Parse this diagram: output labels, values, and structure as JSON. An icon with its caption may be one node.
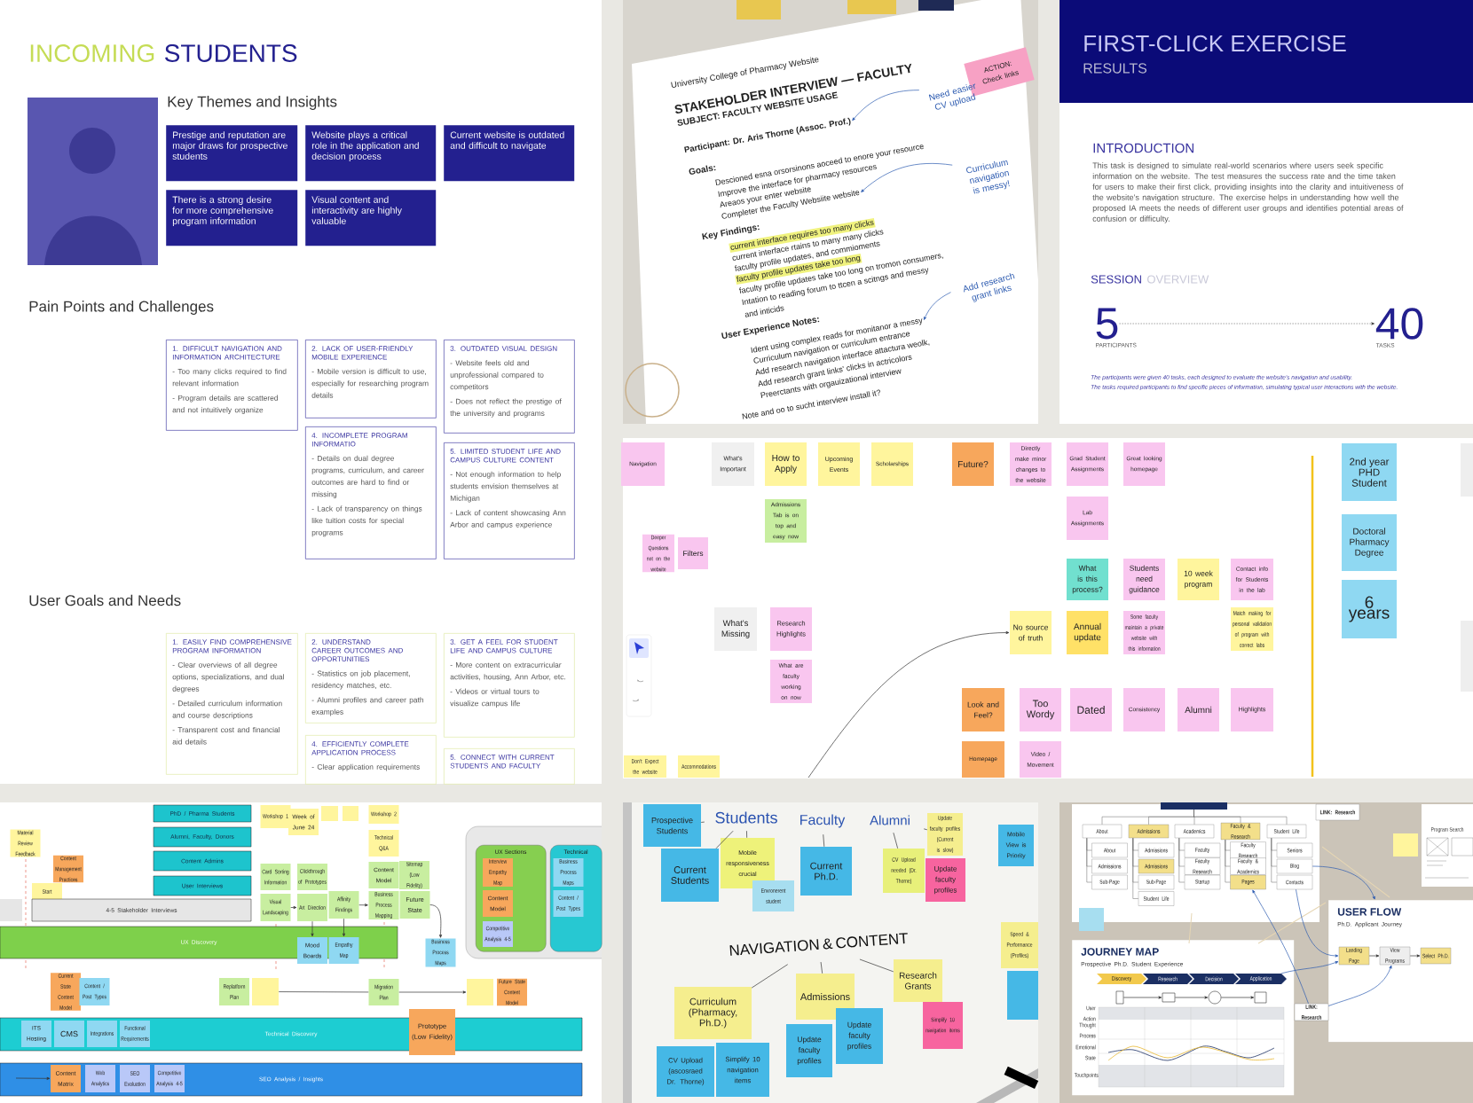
{
  "diagram": {
    "nodes": [
      {
        "text": [
          "Prestige and reputation are major draws for prospective students"
        ]
      },
      {
        "text": [
          "Website plays a critical role in the application and decision process"
        ]
      },
      {
        "text": [
          "Current website is outdated and difficult to navigate"
        ]
      },
      {
        "text": [
          "There is a strong desire for more comprehensive program information"
        ]
      },
      {
        "text": [
          "Visual content and interactivity are highly valuable"
        ]
      },
      {
        "text": [
          "1. DIFFICULT NAVIGATION AND INFORMATION ARCHITECTURE",
          "- Too many clicks required to find relevant information",
          "- Program details are scattered and not intuitively organize"
        ]
      },
      {
        "text": [
          "2. LACK OF USER-FRIENDLY MOBILE EXPERIENCE",
          "- Mobile version is difficult to use, especially for researching program details"
        ]
      },
      {
        "text": [
          "3. OUTDATED VISUAL DESIGN",
          "- Website feels old and unprofessional compared to competitors",
          "- Does not reflect the prestige of the university and programs"
        ]
      },
      {
        "text": [
          "4. INCOMPLETE PROGRAM INFORMATIO",
          "- Details on dual degree programs, curriculum, and career outcomes are hard to find or missing",
          "- Lack of transparency on things like tuition costs for special programs"
        ]
      },
      {
        "text": [
          "5. LIMITED STUDENT LIFE AND CAMPUS CULTURE CONTENT",
          "- Not enough information to help students envision themselves at Michigan",
          "- Lack of content showcasing Ann Arbor and campus experience"
        ]
      },
      {
        "text": [
          "1. EASILY FIND COMPREHENSIVE PROGRAM INFORMATION",
          "- Clear overviews of all degree options, specializations, and dual degrees",
          "- Detailed curriculum information and course descriptions",
          "- Transparent cost and financial aid details"
        ]
      },
      {
        "text": [
          "2. UNDERSTAND CAREER OUTCOMES AND OPPORTUNITIES",
          "- Statistics on job placement, residency matches, etc.",
          "- Alumni profiles and career path examples"
        ]
      },
      {
        "text": [
          "3. GET A FEEL FOR STUDENT LIFE AND CAMPUS CULTURE",
          "- More content on extracurricular activities, housing, Ann Arbor, etc.",
          "- Videos or virtual tours to visualize campus life"
        ]
      },
      {
        "text": [
          "4. EFFICIENTLY COMPLETE APPLICATION PROCESS",
          "- Clear application requirements"
        ]
      },
      {
        "text": [
          "5. CONNECT WITH CURRENT STUDENTS AND FACULTY"
        ]
      },
      {
        "text": [
          "ACTION: Check links"
        ]
      },
      {
        "text": [
          "Need easier CV upload"
        ]
      },
      {
        "text": [
          "Curriculum navigation is messy!"
        ]
      },
      {
        "text": [
          "Add research grant links"
        ]
      },
      {
        "text": [
          "5"
        ],
        "beside": [
          "PARTICIPANTS"
        ]
      },
      {
        "text": [
          "40"
        ],
        "beside": [
          "TASKS"
        ]
      },
      {
        "text": [
          "Navigation"
        ]
      },
      {
        "text": [
          "What's Important"
        ]
      },
      {
        "text": [
          "How to Apply"
        ]
      },
      {
        "text": [
          "Upcoming Events"
        ]
      },
      {
        "text": [
          "Scholarships"
        ]
      },
      {
        "text": [
          "Future?"
        ]
      },
      {
        "text": [
          "Directly make minor changes to the website"
        ]
      },
      {
        "text": [
          "Grad Student Assignments"
        ]
      },
      {
        "text": [
          "Great looking homepage"
        ]
      },
      {
        "text": [
          "2nd year PHD Student"
        ]
      },
      {
        "text": [
          "Admissions Tab is on top and easy now"
        ]
      },
      {
        "text": [
          "Lab Assignments"
        ]
      },
      {
        "text": [
          "Doctoral Pharmacy Degree"
        ]
      },
      {
        "text": [
          "Deeper Questions not on the website"
        ]
      },
      {
        "text": [
          "Filters"
        ]
      },
      {
        "text": [
          "What is this process?"
        ]
      },
      {
        "text": [
          "Students need guidance"
        ]
      },
      {
        "text": [
          "10 week program"
        ]
      },
      {
        "text": [
          "Contact info for Students in the lab"
        ]
      },
      {
        "text": [
          "6 years"
        ]
      },
      {
        "text": [
          "What's Missing"
        ]
      },
      {
        "text": [
          "Research Highlights"
        ]
      },
      {
        "text": [
          "No source of truth"
        ]
      },
      {
        "text": [
          "Annual update"
        ]
      },
      {
        "text": [
          "Some faculty maintain a private website with this information"
        ]
      },
      {
        "text": [
          "Match making for personal validation of program with correct labs"
        ]
      },
      {
        "text": [
          "What are faculty working on now"
        ]
      },
      {
        "text": [
          "Look and Feel?"
        ]
      },
      {
        "text": [
          "Too Wordy"
        ]
      },
      {
        "text": [
          "Dated"
        ]
      },
      {
        "text": [
          "Consistency"
        ]
      },
      {
        "text": [
          "Alumni"
        ]
      },
      {
        "text": [
          "Highlights"
        ]
      },
      {
        "text": [
          "Homepage"
        ]
      },
      {
        "text": [
          "Video / Movement"
        ]
      },
      {
        "text": [
          "Don't Expect the website"
        ]
      },
      {
        "text": [
          "Accommodations"
        ]
      },
      {
        "text": [
          "PhD / Pharma Students"
        ]
      },
      {
        "text": [
          "Alumni, Faculty, Donors"
        ]
      },
      {
        "text": [
          "Content Admins"
        ]
      },
      {
        "text": [
          "User Interviews"
        ]
      },
      {
        "text": [
          "Workshop 1"
        ]
      },
      {
        "text": [
          "Week of June 24"
        ]
      },
      {
        "text": [
          "Workshop 2"
        ]
      },
      {
        "text": [
          "Material Review Feedback"
        ]
      },
      {
        "text": [
          "Technical Q&A"
        ]
      },
      {
        "text": [
          "Content Management Practices"
        ]
      },
      {
        "text": [
          "Card Sorting Information"
        ]
      },
      {
        "text": [
          "Clickthrough of Prototypes"
        ]
      },
      {
        "text": [
          "Content Model"
        ]
      },
      {
        "text": [
          "Sitemap (Low Fidelity)"
        ]
      },
      {
        "text": [
          "Start June 11th"
        ]
      },
      {
        "text": [
          "UX Sections"
        ]
      },
      {
        "text": [
          "Interview Empathy Map"
        ],
        "in": 73
      },
      {
        "text": [
          "Technical"
        ]
      },
      {
        "text": [
          "Business Process Maps"
        ],
        "in": 75
      },
      {
        "text": [
          "Visual Landscaping"
        ]
      },
      {
        "text": [
          "Art Direction"
        ]
      },
      {
        "text": [
          "Affinity Findings"
        ]
      },
      {
        "text": [
          "Business Process Mapping"
        ]
      },
      {
        "text": [
          "Future State"
        ]
      },
      {
        "text": [
          "4-5 Stakeholder Interviews"
        ]
      },
      {
        "text": [
          "Content Model"
        ],
        "in": 73
      },
      {
        "text": [
          "Content / Post Types"
        ],
        "in": 75
      },
      {
        "text": [
          "Competitive Analysis 4-5"
        ],
        "in": 73
      },
      {
        "text": [
          "UX Discovery"
        ]
      },
      {
        "text": [
          "Mood Boards"
        ]
      },
      {
        "text": [
          "Empathy Map"
        ]
      },
      {
        "text": [
          "Business Process Maps"
        ]
      },
      {
        "text": [
          "Current State Content Model"
        ]
      },
      {
        "text": [
          "Content / Post Types"
        ]
      },
      {
        "text": [
          "Replatform Plan"
        ]
      },
      {
        "text": [],
        "shape": "box"
      },
      {
        "text": [
          "Migration Plan"
        ]
      },
      {
        "text": [],
        "shape": "box"
      },
      {
        "text": [
          "Future State Content Model"
        ]
      },
      {
        "text": [
          "Technical Discovery"
        ]
      },
      {
        "text": [
          "ITS Hosting"
        ],
        "in": 97
      },
      {
        "text": [
          "CMS"
        ],
        "in": 97
      },
      {
        "text": [
          "Integrations"
        ],
        "in": 97
      },
      {
        "text": [
          "Functional Requirements"
        ],
        "in": 97
      },
      {
        "text": [
          "Prototype (Low Fidelity)"
        ]
      },
      {
        "text": [
          "SEO Analysis / Insights"
        ]
      },
      {
        "text": [
          "Content Matrix"
        ],
        "in": 103
      },
      {
        "text": [
          "Web Analytics"
        ],
        "in": 103
      },
      {
        "text": [
          "SEO Evaluation"
        ],
        "in": 103
      },
      {
        "text": [
          "Competitive Analysis 4-5"
        ],
        "in": 103
      },
      {
        "text": [
          "Prospective Students"
        ]
      },
      {
        "text": [
          "Students"
        ]
      },
      {
        "text": [
          "Faculty"
        ]
      },
      {
        "text": [
          "Alumni"
        ]
      },
      {
        "text": [
          "Update faculty profiles (Current is slow)"
        ]
      },
      {
        "text": [
          "Mobile View is Priority"
        ]
      },
      {
        "text": [
          "Current Students"
        ]
      },
      {
        "text": [
          "Mobile responsiveness crucial"
        ]
      },
      {
        "text": [
          "Current Ph.D."
        ]
      },
      {
        "text": [
          "CV Upload needed (Dr. Thorne)"
        ]
      },
      {
        "text": [
          "Update faculty profiles"
        ]
      },
      {
        "text": [
          "Envronerent student"
        ]
      },
      {
        "text": [
          "NAVIGATION & CONTENT"
        ]
      },
      {
        "text": [
          "Speed & Performance (Profiles)"
        ]
      },
      {
        "text": [
          "Research Grants"
        ]
      },
      {
        "text": [
          "Admissions"
        ]
      },
      {
        "text": [
          "Curriculum (Pharmacy, Ph.D.)"
        ]
      },
      {
        "text": [
          "Simplify 10 navigation items"
        ]
      },
      {
        "text": [
          "Update faculty profiles"
        ]
      },
      {
        "text": [
          "Update faculty profiles"
        ]
      },
      {
        "text": [
          "Simplify 10 navigation items"
        ]
      },
      {
        "text": [
          "CV Upload (ascosraed Dr. Thorne)"
        ]
      },
      {
        "text": [
          "About"
        ]
      },
      {
        "text": [
          "Admissions"
        ]
      },
      {
        "text": [
          "Academics"
        ]
      },
      {
        "text": [
          "Faculty & Research"
        ]
      },
      {
        "text": [
          "Student Life"
        ]
      },
      {
        "text": [
          "LINK: Research"
        ]
      },
      {
        "text": [
          "USER FLOW",
          "Ph.D. Applicant Journey"
        ]
      },
      {
        "text": [
          "Landing Page"
        ],
        "in": 136
      },
      {
        "text": [
          "View Programs"
        ],
        "in": 136
      },
      {
        "text": [
          "Select Ph.D."
        ],
        "in": 136
      },
      {
        "text": [
          "JOURNEY MAP",
          "Prospective Ph.D. Student Experience"
        ]
      },
      {
        "text": [
          "Discovery"
        ],
        "in": 140
      },
      {
        "text": [
          "Research"
        ],
        "in": 140
      },
      {
        "text": [
          "Decision"
        ],
        "in": 140
      },
      {
        "text": [
          "Application"
        ],
        "in": 140
      },
      {
        "text": [
          "LINK: Research"
        ]
      },
      {
        "text": [
          "Participant: Dr. Aris Thorne (Assoc. Prof.)"
        ]
      },
      {
        "text": [
          "Completer the Faculty Websiite website"
        ]
      },
      {
        "text": [
          "Ident using complex reads for monitanor a messy"
        ]
      },
      {
        "text": [
          "About"
        ]
      },
      {
        "text": [
          "Admissions"
        ]
      },
      {
        "text": [
          "Sub-Page"
        ]
      },
      {
        "text": [
          "Admissions"
        ]
      },
      {
        "text": [
          "Admissions"
        ]
      },
      {
        "text": [
          "Sub-Page"
        ]
      },
      {
        "text": [
          "Student Life"
        ]
      },
      {
        "text": [
          "Faculty"
        ]
      },
      {
        "text": [
          "Faculty Research"
        ]
      },
      {
        "text": [
          "Startup"
        ]
      },
      {
        "text": [
          "Faculty Research"
        ]
      },
      {
        "text": [
          "Faculty & Academics"
        ]
      },
      {
        "text": [
          "Pages"
        ]
      },
      {
        "text": [
          "Seniors"
        ]
      },
      {
        "text": [
          "Blog"
        ]
      },
      {
        "text": [
          "Contacts"
        ]
      },
      {
        "text": [],
        "shape": "box"
      },
      {
        "text": [],
        "shape": "box"
      },
      {
        "text": [],
        "shape": "box"
      },
      {
        "text": [],
        "shape": "box"
      },
      {
        "text": [],
        "shape": "box"
      },
      {
        "text": [],
        "shape": "box"
      },
      {
        "text": [],
        "shape": "box",
        "in": 140
      },
      {
        "text": [],
        "shape": "box",
        "in": 140
      },
      {
        "text": [],
        "shape": "circle",
        "in": 140
      },
      {
        "text": [],
        "shape": "box",
        "in": 140
      }
    ],
    "edges": [
      {
        "from": 16,
        "to": 146,
        "arrow": "to",
        "color": "#2d5bb0"
      },
      {
        "from": 17,
        "to": 147,
        "arrow": "to",
        "color": "#2d5bb0"
      },
      {
        "from": 18,
        "to": 148,
        "arrow": "to",
        "color": "#2d5bb0"
      },
      {
        "from": 19,
        "to": 20,
        "arrow": "to",
        "style": "dashed"
      },
      {
        "from": null,
        "to": 43,
        "arrow": "to"
      },
      {
        "from": 77,
        "to": 78,
        "arrow": "to"
      },
      {
        "from": 79,
        "to": 80,
        "arrow": "to"
      },
      {
        "from": 78,
        "to": 87,
        "arrow": "to"
      },
      {
        "from": 79,
        "to": 88,
        "arrow": "to"
      },
      {
        "from": 81,
        "to": 89,
        "arrow": "to"
      },
      {
        "from": 93,
        "to": 94,
        "arrow": "none"
      },
      {
        "from": 94,
        "to": 95,
        "arrow": "to"
      },
      {
        "from": null,
        "to": 104,
        "arrow": "to"
      },
      {
        "from": 108,
        "to": 109,
        "arrow": "none"
      },
      {
        "from": 109,
        "to": 114,
        "arrow": "none"
      },
      {
        "from": 109,
        "to": 115,
        "arrow": "none"
      },
      {
        "from": 110,
        "to": 116,
        "arrow": "none"
      },
      {
        "from": 111,
        "to": 117,
        "arrow": "none"
      },
      {
        "from": 111,
        "to": 112,
        "arrow": "none"
      },
      {
        "from": 120,
        "to": 124,
        "arrow": "none"
      },
      {
        "from": 120,
        "to": 123,
        "arrow": "none"
      },
      {
        "from": 120,
        "to": 122,
        "arrow": "none"
      },
      {
        "from": 137,
        "to": 138,
        "arrow": "to"
      },
      {
        "from": 138,
        "to": 139,
        "arrow": "to"
      },
      {
        "from": 144,
        "to": 137,
        "arrow": "to",
        "color": "#2d5bb0"
      },
      {
        "from": 145,
        "to": 138,
        "arrow": "to",
        "color": "#2d5bb0"
      },
      {
        "from": 163,
        "to": 136,
        "arrow": "to",
        "color": "#2d5bb0"
      },
      {
        "from": 145,
        "to": 161,
        "arrow": "to",
        "color": "#2d5bb0"
      },
      {
        "from": 164,
        "to": 137,
        "arrow": "to",
        "color": "#2d5bb0"
      },
      {
        "from": 165,
        "to": 130,
        "arrow": "none"
      },
      {
        "from": 165,
        "to": 131,
        "arrow": "none"
      },
      {
        "from": 165,
        "to": 132,
        "arrow": "none"
      },
      {
        "from": 165,
        "to": 133,
        "arrow": "none"
      },
      {
        "from": 165,
        "to": 134,
        "arrow": "none"
      },
      {
        "from": 130,
        "to": 149,
        "arrow": "none"
      },
      {
        "from": 130,
        "to": 150,
        "arrow": "none"
      },
      {
        "from": 130,
        "to": 151,
        "arrow": "none"
      },
      {
        "from": 131,
        "to": 152,
        "arrow": "none"
      },
      {
        "from": 131,
        "to": 153,
        "arrow": "none"
      },
      {
        "from": 131,
        "to": 154,
        "arrow": "none"
      },
      {
        "from": 131,
        "to": 155,
        "arrow": "none"
      },
      {
        "from": 132,
        "to": 156,
        "arrow": "none"
      },
      {
        "from": 132,
        "to": 157,
        "arrow": "none"
      },
      {
        "from": 132,
        "to": 158,
        "arrow": "none"
      },
      {
        "from": 133,
        "to": 159,
        "arrow": "none"
      },
      {
        "from": 133,
        "to": 160,
        "arrow": "none"
      },
      {
        "from": 133,
        "to": 161,
        "arrow": "none"
      },
      {
        "from": 134,
        "to": 162,
        "arrow": "none"
      },
      {
        "from": 134,
        "to": 163,
        "arrow": "none"
      },
      {
        "from": 134,
        "to": 164,
        "arrow": "none"
      },
      {
        "from": 171,
        "to": 172,
        "arrow": "to"
      },
      {
        "from": 172,
        "to": 173,
        "arrow": "to"
      },
      {
        "from": 173,
        "to": 174,
        "arrow": "to"
      }
    ],
    "labels": [
      "INCOMING",
      "STUDENTS",
      "Key Themes and Insights",
      "Pain Points and Challenges",
      "User Goals and Needs",
      "University College of Pharmacy Website",
      "STAKEHOLDER INTERVIEW — FACULTY",
      "SUBJECT: FACULTY WEBSITE USAGE",
      "Goals:",
      "Descioned esna orsorsinons aoceed to enore your resource",
      "Improve the interface for pharmacy resources",
      "Areaos your enter website",
      "Key Findings:",
      "current interface requires too many clicks",
      "current interface rtains to many many clicks",
      "faculty profile updates, and commioments",
      "faculty profile updates take too long",
      "faculty profile updates take too long on tromon consumers,",
      "Intation to reading forum to ttcen a scitngs and messy",
      "and inticids",
      "User Experience Notes:",
      "Curriculum navigation or curriculum entrance",
      "Add research navigation interface attactura weolk,",
      "Add research grant links' clicks in actricolors",
      "Preerctants with orgauizational interview",
      "Note and oo to sucht interview install it?",
      "FIRST-CLICK EXERCISE",
      "RESULTS",
      "INTRODUCTION",
      "This task is designed to simulate real-world scenarios where users seek specific information on the website. The test measures the success rate and the time taken for users to make their first click, providing insights into the clarity and intuitiveness of the website’s navigation structure. The exercise helps in understanding how well the proposed IA meets the needs of different user groups and identifies potential areas of confusion or difficulty.",
      "SESSION",
      "OVERVIEW",
      "The participants were given 40 tasks, each designed to evaluate the website’s navigation and usability.",
      "The tasks required participants to find specific pieces of information, simulating typical user interactions with the website.",
      "Program Search",
      "User Action",
      "Thought Process",
      "Emotional State",
      "Touchpoints"
    ]
  }
}
